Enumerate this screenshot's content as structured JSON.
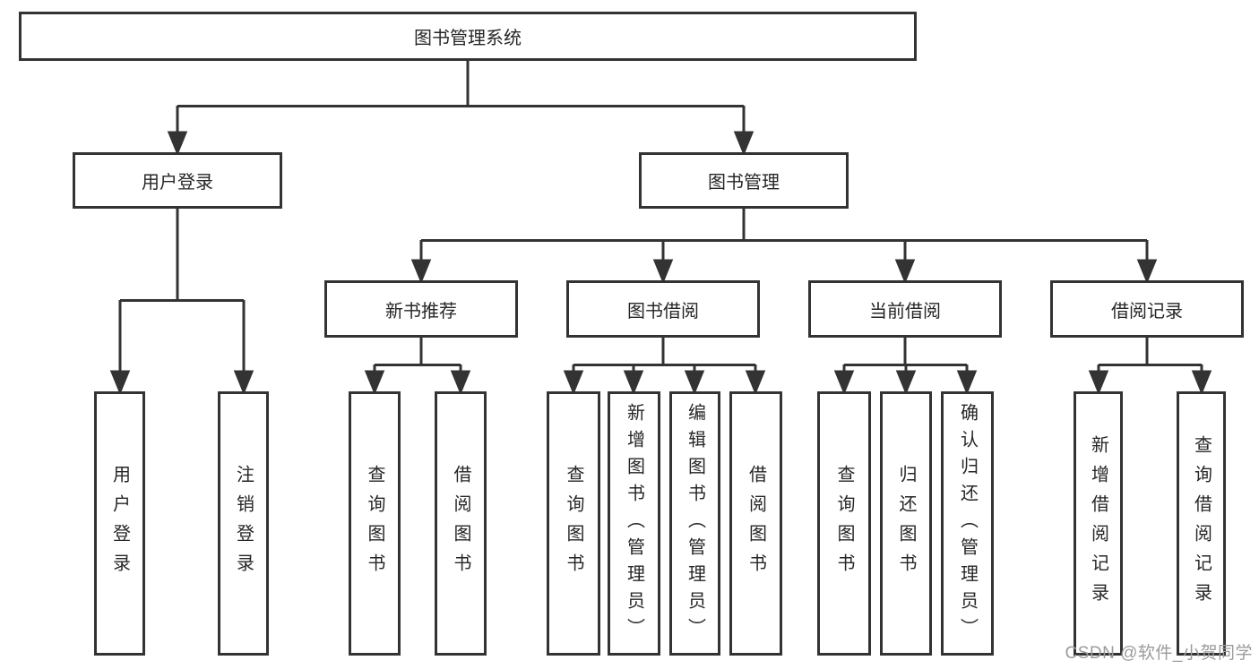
{
  "watermark": "CSDN @软件_小贺同学",
  "colors": {
    "line": "#333333",
    "box_border": "#333333",
    "text": "#262626",
    "background": "#ffffff",
    "watermark_gray": "#9b9b9b"
  },
  "tree": {
    "root": {
      "label": "图书管理系统",
      "children": [
        {
          "label": "用户登录",
          "children": [
            {
              "label": "用户登录"
            },
            {
              "label": "注销登录"
            }
          ]
        },
        {
          "label": "图书管理",
          "children": [
            {
              "label": "新书推荐",
              "children": [
                {
                  "label": "查询图书"
                },
                {
                  "label": "借阅图书"
                }
              ]
            },
            {
              "label": "图书借阅",
              "children": [
                {
                  "label": "查询图书"
                },
                {
                  "label": "新增图书（管理员）"
                },
                {
                  "label": "编辑图书（管理员）"
                },
                {
                  "label": "借阅图书"
                }
              ]
            },
            {
              "label": "当前借阅",
              "children": [
                {
                  "label": "查询图书"
                },
                {
                  "label": "归还图书"
                },
                {
                  "label": "确认归还（管理员）"
                }
              ]
            },
            {
              "label": "借阅记录",
              "children": [
                {
                  "label": "新增借阅记录"
                },
                {
                  "label": "查询借阅记录"
                }
              ]
            }
          ]
        }
      ]
    }
  }
}
